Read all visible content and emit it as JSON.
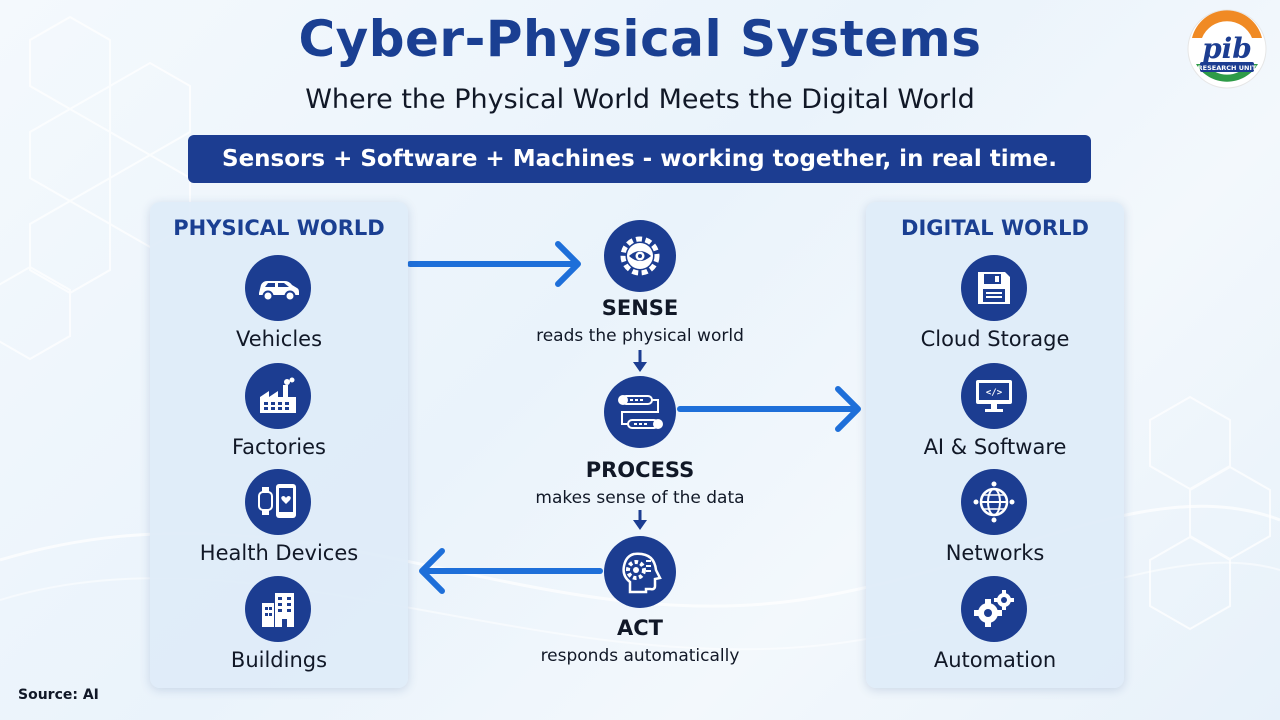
{
  "header": {
    "title": "Cyber-Physical Systems",
    "subtitle": "Where the Physical World Meets the Digital World",
    "banner": "Sensors + Software + Machines - working together, in real time.",
    "logo_text": "RESEARCH UNIT"
  },
  "physical": {
    "title": "PHYSICAL WORLD",
    "items": [
      {
        "label": "Vehicles",
        "icon": "car-icon"
      },
      {
        "label": "Factories",
        "icon": "factory-icon"
      },
      {
        "label": "Health Devices",
        "icon": "health-device-icon"
      },
      {
        "label": "Buildings",
        "icon": "building-icon"
      }
    ]
  },
  "digital": {
    "title": "DIGITAL WORLD",
    "items": [
      {
        "label": "Cloud Storage",
        "icon": "floppy-disk-icon"
      },
      {
        "label": "AI & Software",
        "icon": "monitor-code-icon"
      },
      {
        "label": "Networks",
        "icon": "globe-icon"
      },
      {
        "label": "Automation",
        "icon": "gears-icon"
      }
    ]
  },
  "steps": [
    {
      "name": "SENSE",
      "desc": "reads the physical world",
      "icon": "eye-gear-icon"
    },
    {
      "name": "PROCESS",
      "desc": "makes sense of the data",
      "icon": "flowchart-icon"
    },
    {
      "name": "ACT",
      "desc": "responds automatically",
      "icon": "head-gear-icon"
    }
  ],
  "colors": {
    "primary": "#1c3d91",
    "title": "#1a3f92",
    "arrow": "#1e6fd9",
    "panel": "#deecf9"
  },
  "footer": {
    "source": "Source: AI"
  }
}
